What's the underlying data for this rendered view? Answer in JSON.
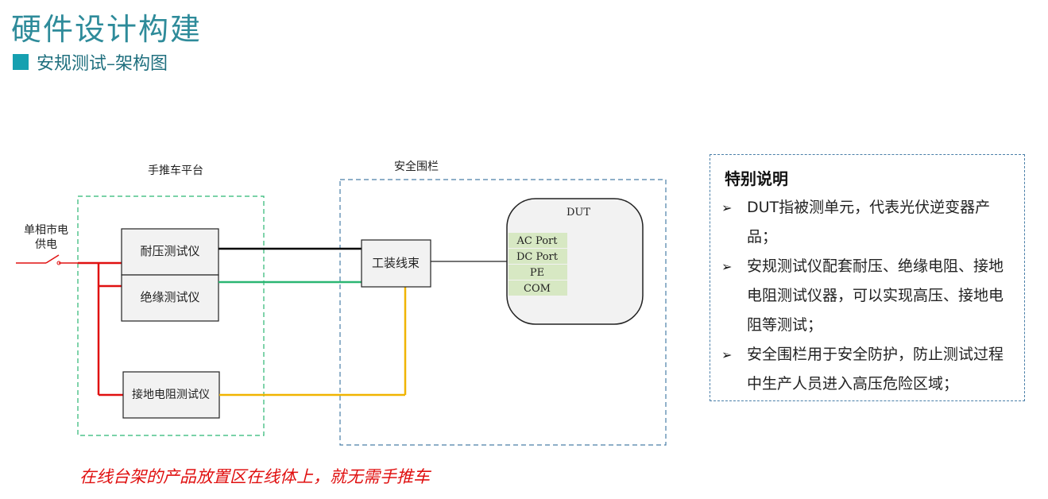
{
  "header": {
    "title": "硬件设计构建",
    "subtitle": "安规测试–架构图"
  },
  "diagram": {
    "cart_label": "手推车平台",
    "fence_label": "安全围栏",
    "power_label_line1": "单相市电",
    "power_label_line2": "供电",
    "hipot": "耐压测试仪",
    "insulation": "绝缘测试仪",
    "ground": "接地电阻测试仪",
    "harness": "工装线束",
    "dut_title": "DUT",
    "ports": [
      "AC Port",
      "DC Port",
      "PE",
      "COM"
    ],
    "colors": {
      "teal": "#16a0b0",
      "red_wire": "#e01010",
      "black_wire": "#000000",
      "green_wire": "#2bb673",
      "yellow_wire": "#f0b400",
      "cart_border": "#2bb673",
      "fence_border": "#4a7fa8",
      "port_fill": "#d7e8c3"
    }
  },
  "note": {
    "title": "特别说明",
    "items": [
      "DUT指被测单元，代表光伏逆变器产品；",
      "安规测试仪配套耐压、绝缘电阻、接地电阻测试仪器，可以实现高压、接地电阻等测试；",
      "安全围栏用于安全防护，防止测试过程中生产人员进入高压危险区域；"
    ]
  },
  "footer": "在线台架的产品放置区在线体上，就无需手推车"
}
